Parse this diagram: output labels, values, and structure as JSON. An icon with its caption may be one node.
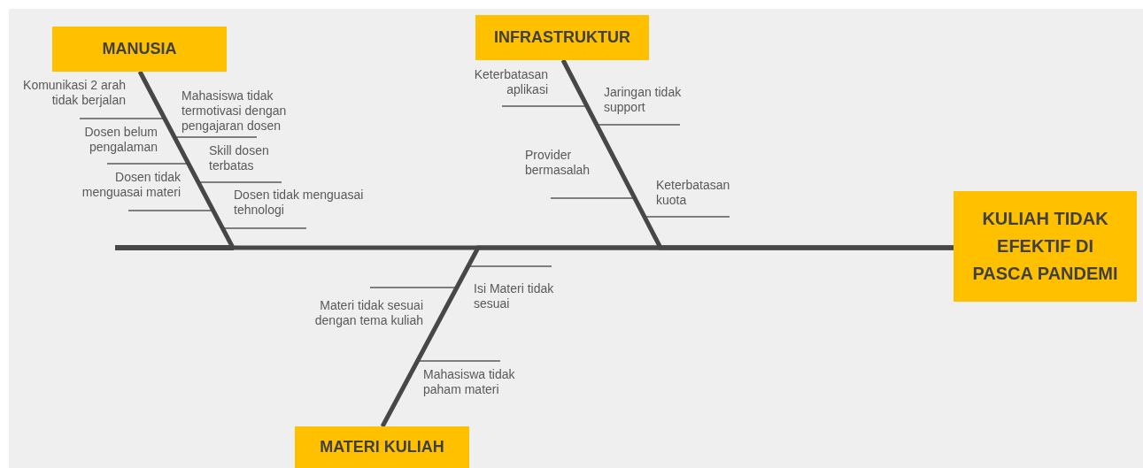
{
  "diagram": {
    "nodes": [
      {
        "text": [
          "MANUSIA"
        ]
      },
      {
        "text": [
          "Komunikasi 2 arah tidak berjalan"
        ]
      },
      {
        "text": [
          "Mahasiswa tidak termotivasi dengan pengajaran dosen"
        ]
      },
      {
        "text": [
          "Dosen belum pengalaman"
        ]
      },
      {
        "text": [
          "Skill dosen terbatas"
        ]
      },
      {
        "text": [
          "Dosen tidak menguasai materi"
        ]
      },
      {
        "text": [
          "Dosen tidak menguasai tehnologi"
        ]
      },
      {
        "text": [
          "INFRASTRUKTUR"
        ]
      },
      {
        "text": [
          "Keterbatasan aplikasi"
        ]
      },
      {
        "text": [
          "Jaringan tidak support"
        ]
      },
      {
        "text": [
          "Provider bermasalah"
        ]
      },
      {
        "text": [
          "Keterbatasan kuota"
        ]
      },
      {
        "text": [
          "KULIAH TIDAK EFEKTIF DI PASCA PANDEMI"
        ]
      },
      {
        "text": [
          "Isi Materi tidak sesuai"
        ]
      },
      {
        "text": [
          "Materi tidak sesuai dengan tema kuliah"
        ]
      },
      {
        "text": [
          "Mahasiswa tidak paham materi"
        ]
      },
      {
        "text": [
          "MATERI KULIAH"
        ]
      }
    ],
    "edges": [
      {
        "from": 1,
        "to": 0,
        "arrow": "none"
      },
      {
        "from": 2,
        "to": 0,
        "arrow": "none"
      },
      {
        "from": 3,
        "to": 0,
        "arrow": "none"
      },
      {
        "from": 4,
        "to": 0,
        "arrow": "none"
      },
      {
        "from": 5,
        "to": 0,
        "arrow": "none"
      },
      {
        "from": 6,
        "to": 0,
        "arrow": "none"
      },
      {
        "from": 8,
        "to": 7,
        "arrow": "none"
      },
      {
        "from": 9,
        "to": 7,
        "arrow": "none"
      },
      {
        "from": 10,
        "to": 7,
        "arrow": "none"
      },
      {
        "from": 11,
        "to": 7,
        "arrow": "none"
      },
      {
        "from": 13,
        "to": 16,
        "arrow": "none"
      },
      {
        "from": 14,
        "to": 16,
        "arrow": "none"
      },
      {
        "from": 15,
        "to": 16,
        "arrow": "none"
      },
      {
        "from": 0,
        "to": 12,
        "arrow": "none",
        "style": "thick"
      },
      {
        "from": 7,
        "to": 12,
        "arrow": "none",
        "style": "thick"
      },
      {
        "from": 16,
        "to": 12,
        "arrow": "none",
        "style": "thick"
      }
    ]
  }
}
